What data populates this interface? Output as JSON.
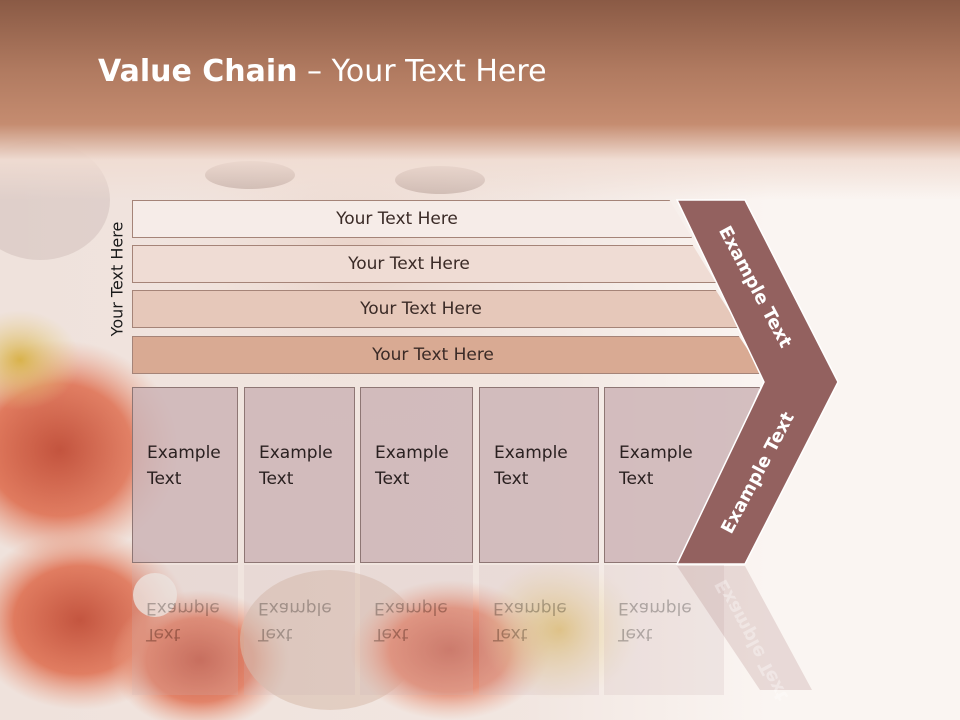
{
  "title": {
    "bold": "Value Chain",
    "rest": " – Your Text Here"
  },
  "side_label": "Your Text Here",
  "rows": [
    {
      "label": "Your Text Here"
    },
    {
      "label": "Your Text Here"
    },
    {
      "label": "Your Text Here"
    },
    {
      "label": "Your Text Here"
    }
  ],
  "columns": [
    {
      "line1": "Example",
      "line2": "Text"
    },
    {
      "line1": "Example",
      "line2": "Text"
    },
    {
      "line1": "Example",
      "line2": "Text"
    },
    {
      "line1": "Example",
      "line2": "Text"
    },
    {
      "line1": "Example",
      "line2": "Text"
    }
  ],
  "arrow": {
    "upper_text": "Example Text",
    "lower_text": "Example Text"
  },
  "colors": {
    "arrow": "#93615f",
    "header": "#b07a60"
  }
}
